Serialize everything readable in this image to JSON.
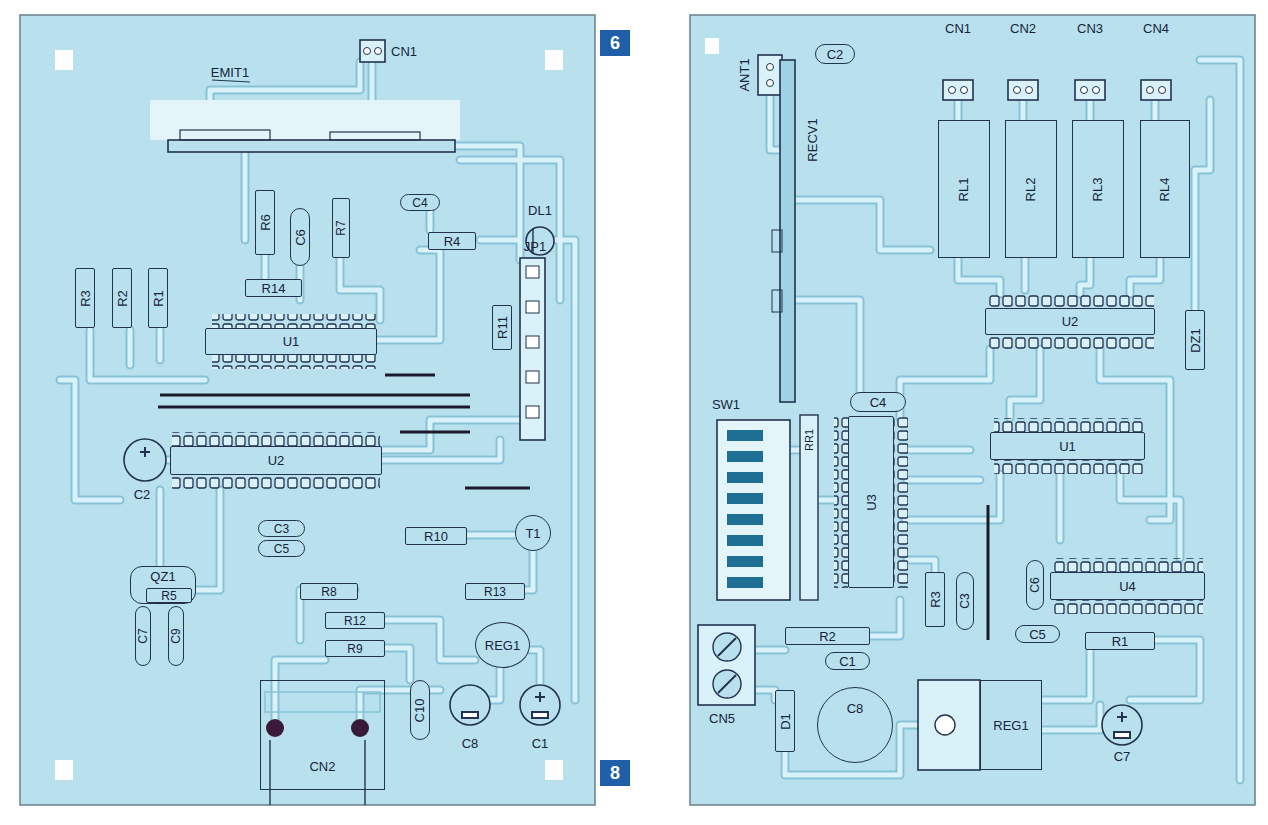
{
  "diagram": {
    "nodes": [
      {
        "text": [
          "R6"
        ]
      },
      {
        "text": [
          "C6"
        ]
      },
      {
        "text": [
          "R7"
        ]
      },
      {
        "text": [
          "C4"
        ]
      },
      {
        "text": [
          "R4"
        ]
      },
      {
        "text": [
          "R3"
        ]
      },
      {
        "text": [
          "R2"
        ]
      },
      {
        "text": [
          "R1"
        ]
      },
      {
        "text": [
          "R14"
        ]
      },
      {
        "text": [
          "U1"
        ]
      },
      {
        "text": [
          "R11"
        ]
      },
      {
        "text": [
          "U2"
        ]
      },
      {
        "text": [
          "C3"
        ]
      },
      {
        "text": [
          "C5"
        ]
      },
      {
        "text": [
          "R10"
        ]
      },
      {
        "text": [
          "T1"
        ]
      },
      {
        "text": [
          "QZ1"
        ]
      },
      {
        "text": [
          "R5"
        ]
      },
      {
        "text": [
          "C7"
        ]
      },
      {
        "text": [
          "C9"
        ]
      },
      {
        "text": [
          "R8"
        ]
      },
      {
        "text": [
          "R13"
        ]
      },
      {
        "text": [
          "R12"
        ]
      },
      {
        "text": [
          "R9"
        ]
      },
      {
        "text": [
          "REG1"
        ]
      },
      {
        "text": [
          "C10"
        ]
      },
      {
        "text": [
          "CN2"
        ]
      },
      {
        "text": [
          "C2"
        ]
      },
      {
        "text": [
          "RL1"
        ]
      },
      {
        "text": [
          "RL2"
        ]
      },
      {
        "text": [
          "RL3"
        ]
      },
      {
        "text": [
          "RL4"
        ]
      },
      {
        "text": [
          "U2"
        ]
      },
      {
        "text": [
          "DZ1"
        ]
      },
      {
        "text": [
          "C4"
        ]
      },
      {
        "text": [
          "U3"
        ]
      },
      {
        "text": [
          "U1"
        ]
      },
      {
        "text": [
          "R3"
        ]
      },
      {
        "text": [
          "C3"
        ]
      },
      {
        "text": [
          "C6"
        ]
      },
      {
        "text": [
          "U4"
        ]
      },
      {
        "text": [
          "C5"
        ]
      },
      {
        "text": [
          "R1"
        ]
      },
      {
        "text": [
          "R2"
        ]
      },
      {
        "text": [
          "C1"
        ]
      },
      {
        "text": [
          "D1"
        ]
      },
      {
        "text": [
          "C8"
        ]
      },
      {
        "text": [
          "REG1"
        ]
      }
    ],
    "labels": [
      "6",
      "8",
      "CN1",
      "EMIT1",
      "DL1",
      "JP1",
      "C2",
      "C8",
      "C1",
      "CN1",
      "CN2",
      "CN3",
      "CN4",
      "ANT1",
      "RECV1",
      "SW1",
      "RR1",
      "CN5",
      "C7"
    ]
  }
}
